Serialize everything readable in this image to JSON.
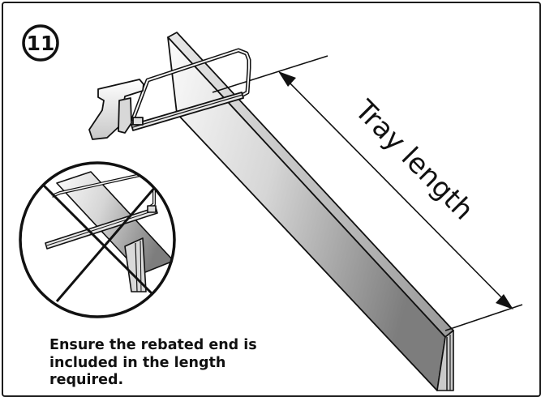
{
  "step": {
    "number": "11"
  },
  "dimension": {
    "label": "Tray length"
  },
  "note": {
    "lines": [
      "Ensure the rebated end is",
      "included in the length",
      "required."
    ]
  },
  "colors": {
    "ink": "#111111",
    "panel_light": "#f2f2f2",
    "panel_dark": "#8a8a8a",
    "background": "#ffffff"
  },
  "icons": {
    "saw": "hacksaw-icon",
    "prohibited": "prohibited-icon"
  }
}
